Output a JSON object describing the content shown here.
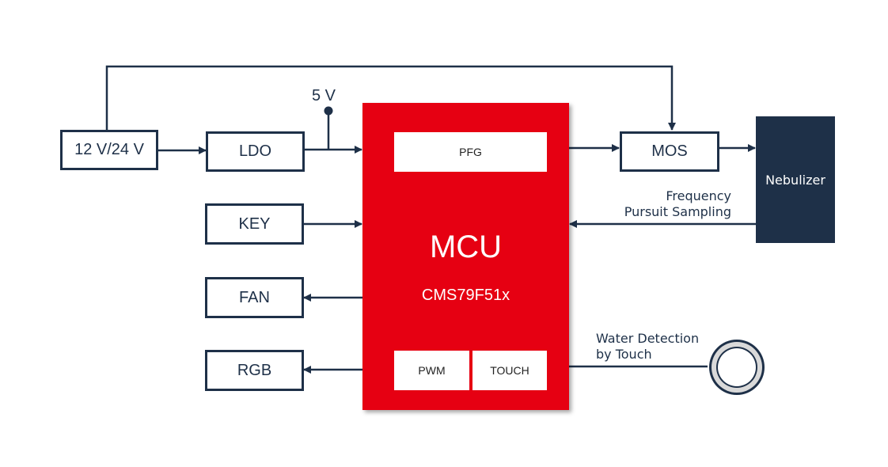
{
  "diagram": {
    "blocks": {
      "power_in": "12 V/24 V",
      "ldo": "LDO",
      "key": "KEY",
      "fan": "FAN",
      "rgb": "RGB",
      "mos": "MOS",
      "nebulizer": "Nebulizer"
    },
    "voltage_tap": "5 V",
    "mcu": {
      "title": "MCU",
      "part_number": "CMS79F51x",
      "modules": {
        "pfg": "PFG",
        "pwm": "PWM",
        "touch": "TOUCH"
      }
    },
    "annotations": {
      "frequency_line1": "Frequency",
      "frequency_line2": "Pursuit Sampling",
      "water_line1": "Water Detection",
      "water_line2": "by Touch"
    },
    "colors": {
      "mcu": "#e60012",
      "line": "#1e3048",
      "nebulizer": "#1e3048"
    }
  }
}
